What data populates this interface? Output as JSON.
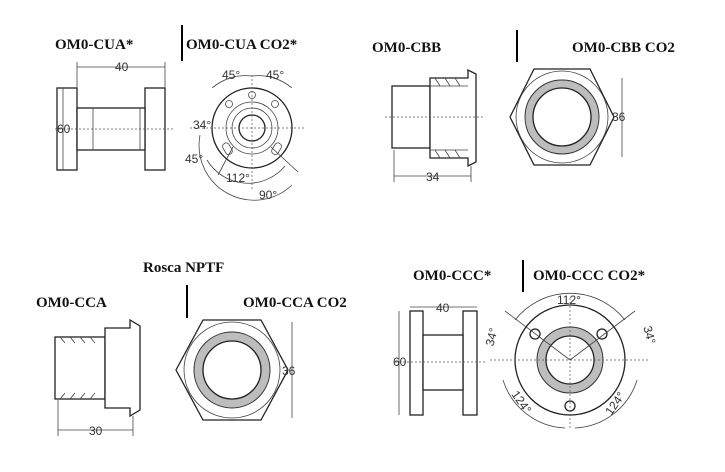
{
  "titles": {
    "cua": "OM0-CUA*",
    "cua_co2": "OM0-CUA CO2*",
    "cbb": "OM0-CBB",
    "cbb_co2": "OM0-CBB CO2",
    "rosca": "Rosca NPTF",
    "cca": "OM0-CCA",
    "cca_co2": "OM0-CCA CO2",
    "ccc": "OM0-CCC*",
    "ccc_co2": "OM0-CCC CO2*"
  },
  "dims": {
    "cua_width": "40",
    "cua_height": "60",
    "cua_angle_a": "45°",
    "cua_angle_b": "45°",
    "cua_angle_c": "34°",
    "cua_angle_d": "45°",
    "cua_angle_e": "112°",
    "cua_angle_f": "90°",
    "cbb_width": "34",
    "cbb_height": "36",
    "cca_width": "30",
    "cca_height": "36",
    "ccc_width": "40",
    "ccc_height": "60",
    "ccc_angle_top": "112°",
    "ccc_angle_l": "34°",
    "ccc_angle_r": "34°",
    "ccc_angle_bl": "124°",
    "ccc_angle_br": "124°"
  }
}
